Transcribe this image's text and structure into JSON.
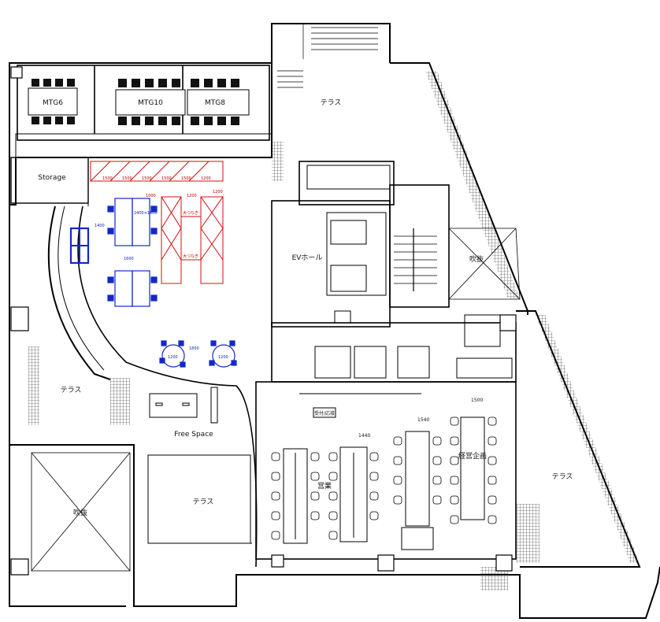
{
  "rooms": {
    "mtg6": "MTG6",
    "mtg10": "MTG10",
    "mtg8": "MTG8",
    "storage": "Storage",
    "ev_hall": "EVホール",
    "free_space": "Free Space",
    "sales": "営業",
    "management": "経営企画",
    "reception_mark": "受付/応接"
  },
  "areas": {
    "terrace_top": "テラス",
    "terrace_left": "テラス",
    "terrace_bottom": "テラス",
    "terrace_right": "テラス",
    "void_right": "吹抜",
    "void_left": "吹抜"
  },
  "annotations": {
    "red_dims": [
      "1500",
      "1500",
      "1500",
      "1500",
      "1500",
      "1200",
      "1000",
      "1200",
      "1200"
    ],
    "red_notes": [
      "大つなぎ",
      "大つなぎ"
    ],
    "blue_dims": [
      "1400",
      "2400×1600",
      "1800",
      "1600"
    ],
    "round_table_dims": [
      "1200",
      "1200"
    ],
    "sales_dims": [
      "1440",
      "1540",
      "1500"
    ]
  },
  "colors": {
    "wall": "#000000",
    "red_furniture": "#d01010",
    "blue_furniture": "#1428c8",
    "hatch": "#333333"
  }
}
